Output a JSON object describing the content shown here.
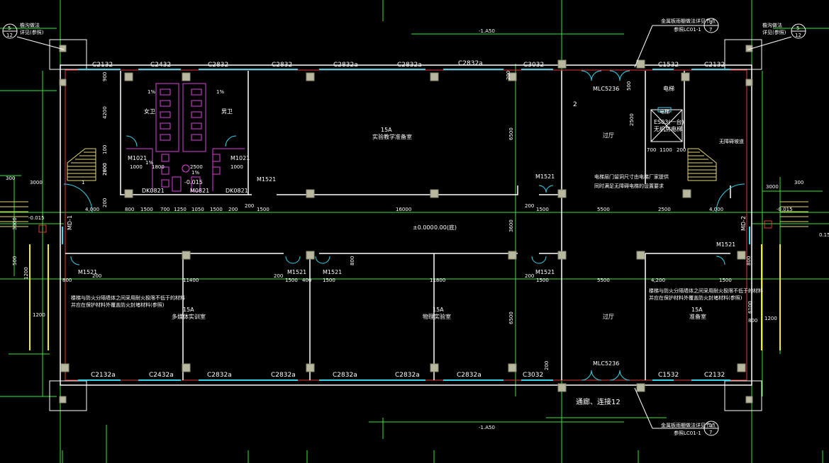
{
  "colors": {
    "background": "#000000",
    "dimension": "#39e639",
    "wall": "#ffffff",
    "wall_red": "#e23a3a",
    "window": "#37d6ee",
    "column": "#b8b8a0",
    "fixture": "#e040e0",
    "stair": "#e8d870",
    "text": "#ffffff",
    "yellow": "#f2ee1a"
  },
  "window_labels_top": [
    "C2132",
    "C2432",
    "C2832",
    "C2832",
    "C2832a",
    "C2832a",
    "C2832a",
    "C3032",
    "C1532",
    "C2132"
  ],
  "window_labels_bottom": [
    "C2132a",
    "C2432a",
    "C2832a",
    "C2832a",
    "C2832a",
    "C2832a",
    "C2832a",
    "C3032",
    "C1532",
    "C2132"
  ],
  "door_labels": {
    "mlc_top": "MLC5236",
    "mlc_bottom": "MLC5236",
    "m1521": "M1521",
    "m0821": "M0821",
    "m1021": "M1021",
    "md1": "MD-1",
    "md2": "MD-2",
    "dk0821": "DK0821"
  },
  "room_labels": {
    "office_area": "15A",
    "office_name": "实验教学准备室",
    "lobby": "过厅",
    "lobby_bottom": "过厅",
    "female_wc": "女卫",
    "male_wc": "男卫",
    "elevator_shaft": "电梯",
    "elevator_name": "ES03(一台)",
    "elevator_sub": "无机房电梯",
    "room_b1_area": "15A",
    "room_b1_name": "多媒体实训室",
    "room_b2_area": "15A",
    "room_b2_name": "物理实验室",
    "room_b3_area": "15A",
    "room_b3_name": "准备室",
    "corridor_elev": "±0.000",
    "corridor_sub": "0.00(底)",
    "lane_note": "通廊、连接12",
    "wc_elev": "-0.015"
  },
  "dims": {
    "top_left_900": "900",
    "top_4200": "4200",
    "top_100": "100",
    "top_2800": "2800",
    "top_200": "200",
    "seg_4000_left": "4,000",
    "seg_800": "800",
    "seg_1500": "1500",
    "seg_700": "700",
    "seg_1250": "1250",
    "seg_1050": "1050",
    "seg_1500b": "1500",
    "seg_200": "200",
    "seg_1500c": "1500",
    "seg_16000": "16000",
    "seg_200b": "200",
    "seg_1500d": "1500",
    "seg_5500": "5500",
    "seg_2500": "2500",
    "seg_4000_right": "4,000",
    "bot_800": "800",
    "bot_200": "200",
    "bot_11400": "11400",
    "bot_200b": "200",
    "bot_1500": "1500",
    "bot_400": "400",
    "bot_1500b": "1500",
    "bot_11800": "11800",
    "bot_200c": "200",
    "bot_1500c": "1500",
    "bot_5500": "5500",
    "bot_4200": "4,200",
    "bot_1500d": "1500",
    "bot_800b": "800",
    "v_6500": "6500",
    "v_3600": "3600",
    "v_6500b": "6500",
    "v_6100": "6100",
    "v_3000": "3000",
    "v_2500": "2500",
    "v_500": "500",
    "v_1200": "1200",
    "left_300": "300",
    "left_3000": "3000",
    "left_elev": "-0.015",
    "right_3000": "3000",
    "right_300": "300",
    "right_elev": "-0.015",
    "inner_1000a": "1000",
    "inner_1800": "1800",
    "inner_2500": "2500",
    "inner_1000b": "1000",
    "inner_2000": "2000",
    "elev_700": "700",
    "elev_1100": "1100",
    "elev_200": "200",
    "elev_500": "500",
    "left_1200": "1200",
    "right_1200": "1200"
  },
  "notes": {
    "top_left_tag_1": "5",
    "top_left_tag_2": "12",
    "top_left_text_1": "檐沟做法",
    "top_left_text_2": "详见(参照)",
    "top_right_tag_1": "5",
    "top_right_tag_2": "12",
    "top_right_text_1": "檐沟做法",
    "top_right_text_2": "详见(参照)",
    "top_center_tag_1": "1",
    "top_center_tag_2": "7",
    "top_center_text_1": "金属板雨棚做法详见节点",
    "top_center_text_2": "参照LC01-1",
    "bottom_center_tag_1": "1",
    "bottom_center_tag_2": "7",
    "bottom_center_text_1": "金属板雨棚做法详见节点",
    "bottom_center_text_2": "参照LC01-1",
    "axis_top": "-1.A50",
    "axis_bottom": "-1.A50",
    "stair_note": "无障碍坡道",
    "elevator_note_1": "电梯层门留洞尺寸由电梯厂家提供",
    "elevator_note_2": "同时满足无障碍电梯的设置要求",
    "fire_note_left_1": "楼梯与防火分隔墙体之间采用耐火极限不低于的材料",
    "fire_note_left_2": "并应在保护材料外覆盖防火封堵材料(参照)",
    "fire_note_right_1": "楼梯与防火分隔墙体之间采用耐火极限不低于的材料",
    "fire_note_right_2": "并应在保护材料外覆盖防火封堵材料(参照)",
    "wc_1pc": "1%",
    "wc_1pc_b": "1%",
    "wc_1pc_c": "1%",
    "wc_1pc_d": "1%",
    "elev_pit": "电梯",
    "dot_2": "2",
    "number_1": "1",
    "edge_015": "0.15"
  }
}
